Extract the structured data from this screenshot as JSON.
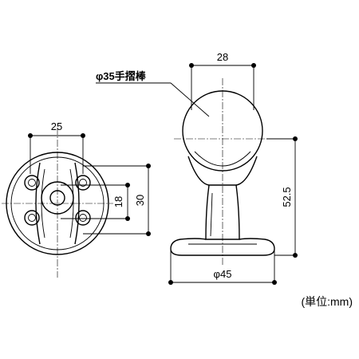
{
  "plan_view": {
    "dim_width": "25",
    "dim_inner": "18",
    "dim_outer": "30"
  },
  "side_view": {
    "dim_ball_width": "28",
    "callout_label": "φ35手摺棒",
    "dim_height": "52.5",
    "dim_base_diameter": "φ45"
  },
  "unit_note": "(単位:mm)"
}
